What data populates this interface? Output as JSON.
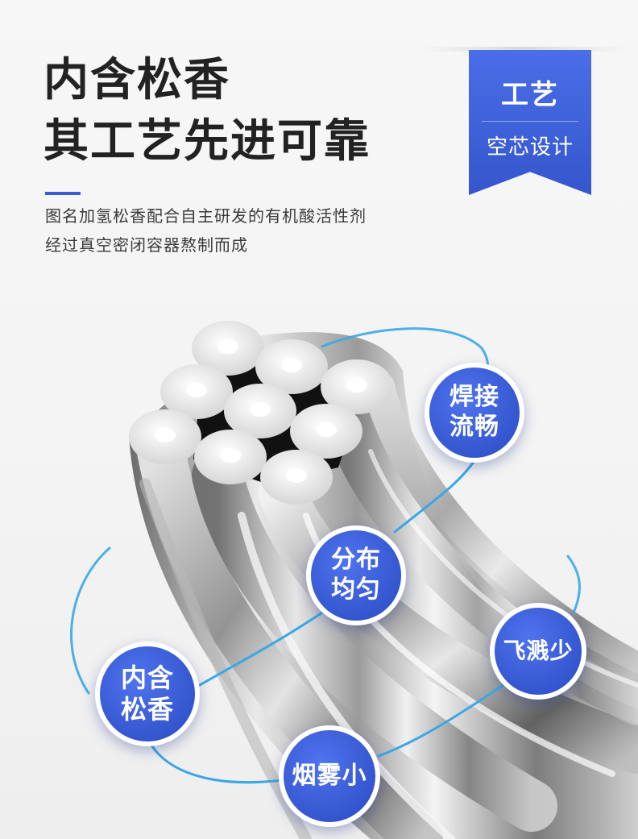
{
  "headline": {
    "line1": "内含松香",
    "line2": "其工艺先进可靠"
  },
  "description": {
    "line1": "图名加氢松香配合自主研发的有机酸活性剂",
    "line2": "经过真空密闭容器熬制而成"
  },
  "badge": {
    "title": "工艺",
    "subtitle": "空芯设计"
  },
  "features": {
    "smooth_welding": [
      "焊接",
      "流畅"
    ],
    "even_distribution": [
      "分布",
      "均匀"
    ],
    "less_spatter": [
      "飞溅少"
    ],
    "rosin_core": [
      "内含",
      "松香"
    ],
    "less_smoke": [
      "烟雾小"
    ]
  },
  "colors": {
    "accent": "#3d5bd6",
    "bubble": "#3456cf",
    "connector": "#3aa7e6",
    "text": "#222222"
  }
}
